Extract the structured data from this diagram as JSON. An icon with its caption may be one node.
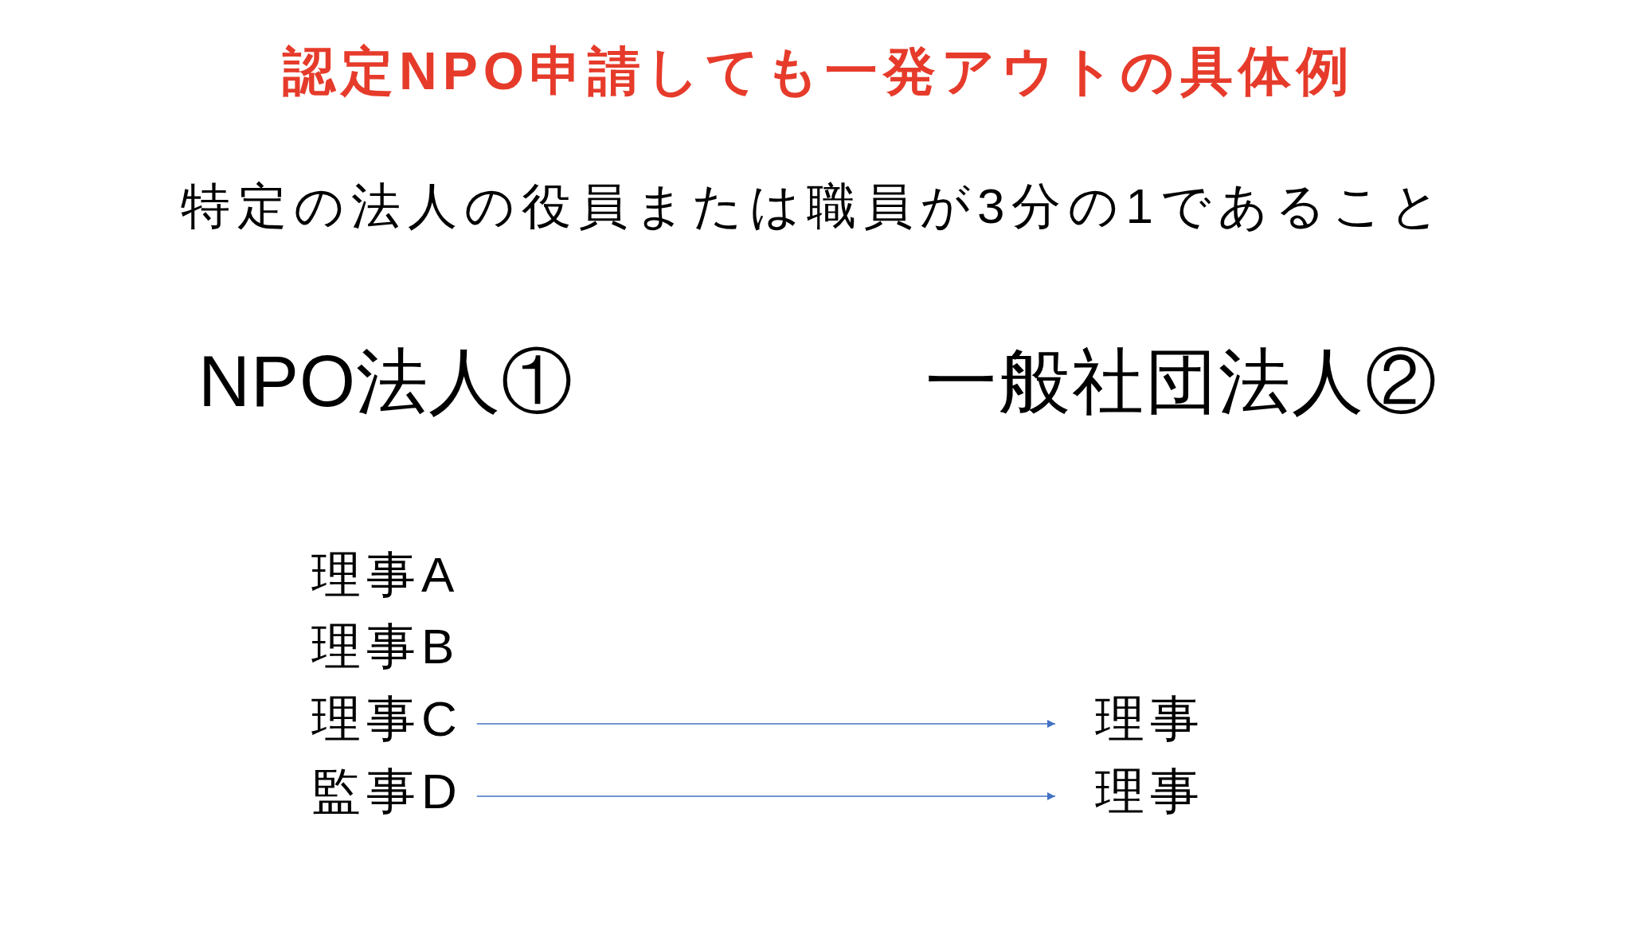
{
  "diagram": {
    "title": "認定NPO申請しても一発アウトの具体例",
    "nodes": [
      {
        "text": [
          "理事C"
        ]
      },
      {
        "text": [
          "理事"
        ]
      },
      {
        "text": [
          "監事D"
        ]
      },
      {
        "text": [
          "理事"
        ]
      }
    ],
    "edges": [
      {
        "from": 0,
        "to": 1,
        "arrow": "to"
      },
      {
        "from": 2,
        "to": 3,
        "arrow": "to"
      }
    ],
    "labels": [
      "特定の法人の役員または職員が3分の1であること",
      "NPO法人①",
      "一般社団法人②",
      "理事A",
      "理事B"
    ]
  }
}
